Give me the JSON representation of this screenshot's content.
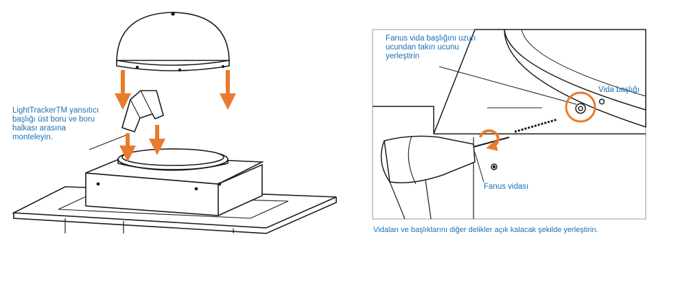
{
  "left_panel": {
    "label": "LightTrackerTM yansıtıcı başlığı üst boru ve boru halkası arasına monteleyin."
  },
  "right_panel": {
    "label_fanus_head": "Fanus vida başlığını uzun ucundan takın ucunu yerleştirin",
    "label_screw_head": "Vida başlığı",
    "label_screw": "Fanus vidası"
  },
  "caption": "Vidaları ve başlıklarını diğer delikler açık kalacak şekilde yerleştirin.",
  "colors": {
    "accent_orange": "#e87b2c",
    "label_blue": "#1a6fb5",
    "line": "#1a1a1a"
  }
}
